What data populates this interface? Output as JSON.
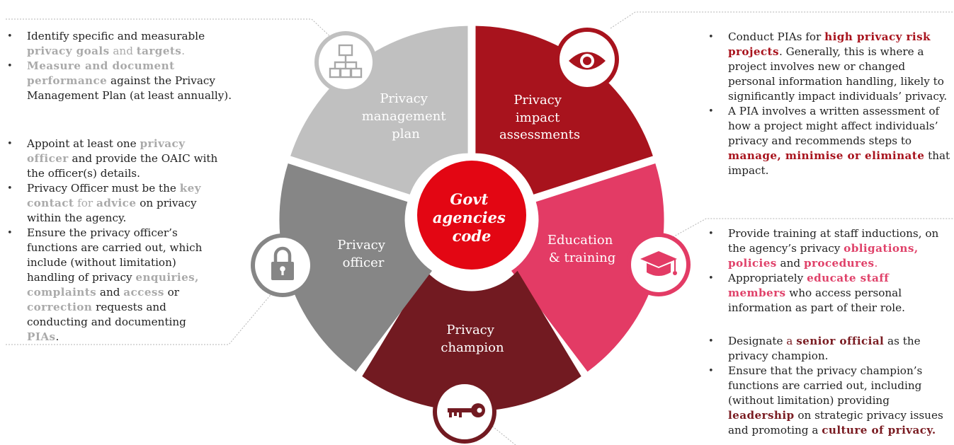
{
  "center": {
    "lines": [
      "Govt",
      "agencies",
      "code"
    ]
  },
  "segments": [
    {
      "id": "plan",
      "lines": [
        "Privacy",
        "management",
        "plan"
      ],
      "color": "#c0c0c0",
      "icon": "hierarchy-icon"
    },
    {
      "id": "pia",
      "lines": [
        "Privacy",
        "impact",
        "assessments"
      ],
      "color": "#a8131d",
      "icon": "eye-icon"
    },
    {
      "id": "education",
      "lines": [
        "Education",
        "& training"
      ],
      "color": "#e33b65",
      "icon": "graduation-cap-icon"
    },
    {
      "id": "champion",
      "lines": [
        "Privacy",
        "champion"
      ],
      "color": "#721a21",
      "icon": "key-icon"
    },
    {
      "id": "officer",
      "lines": [
        "Privacy",
        "officer"
      ],
      "color": "#868686",
      "icon": "padlock-icon"
    }
  ],
  "blocks": {
    "plan": [
      [
        {
          "t": "Identify specific and measurable "
        },
        {
          "t": "privacy goals",
          "c": "hl hl-grey"
        },
        {
          "t": " and ",
          "c": "plain-grey"
        },
        {
          "t": "targets",
          "c": "hl hl-grey"
        },
        {
          "t": ".",
          "c": "plain-grey"
        }
      ],
      [
        {
          "t": "Measure and document performance",
          "c": "hl hl-grey"
        },
        {
          "t": " against the Privacy Management Plan (at least annually)."
        }
      ]
    ],
    "officer": [
      [
        {
          "t": "Appoint at least one "
        },
        {
          "t": "privacy officer",
          "c": "hl hl-grey"
        },
        {
          "t": " and provide the OAIC with the officer(s) details."
        }
      ],
      [
        {
          "t": "Privacy Officer must be the "
        },
        {
          "t": "key contact",
          "c": "hl hl-grey"
        },
        {
          "t": " for ",
          "c": "plain-grey"
        },
        {
          "t": "advice",
          "c": "hl hl-grey"
        },
        {
          "t": " on privacy within the agency."
        }
      ],
      [
        {
          "t": "Ensure the privacy officer’s functions are carried out, which include (without limitation) handling of privacy "
        },
        {
          "t": "enquiries, complaints",
          "c": "hl hl-grey"
        },
        {
          "t": " and "
        },
        {
          "t": "access",
          "c": "hl hl-grey"
        },
        {
          "t": " or "
        },
        {
          "t": "correction",
          "c": "hl hl-grey"
        },
        {
          "t": " requests and conducting and documenting "
        },
        {
          "t": "PIAs",
          "c": "hl hl-grey"
        },
        {
          "t": "."
        }
      ]
    ],
    "pia": [
      [
        {
          "t": "Conduct PIAs for "
        },
        {
          "t": "high privacy risk projects",
          "c": "hl hl-red"
        },
        {
          "t": ". Generally, this is where a project involves new or changed personal information handling, likely to significantly impact individuals’ privacy."
        }
      ],
      [
        {
          "t": "A PIA involves a written assessment of how a project might affect individuals’ privacy and recommends steps to "
        },
        {
          "t": "manage, minimise or eliminate",
          "c": "hl hl-red"
        },
        {
          "t": " that impact."
        }
      ]
    ],
    "education": [
      [
        {
          "t": "Provide training at staff inductions, on the agency’s privacy "
        },
        {
          "t": "obligations, policies",
          "c": "hl hl-pink"
        },
        {
          "t": " and "
        },
        {
          "t": "procedures",
          "c": "hl hl-pink"
        },
        {
          "t": ".",
          "c": "plain-pink"
        }
      ],
      [
        {
          "t": "Appropriately "
        },
        {
          "t": "educate staff members",
          "c": "hl hl-pink"
        },
        {
          "t": " who access personal information as part of their role."
        }
      ]
    ],
    "champion": [
      [
        {
          "t": "Designate "
        },
        {
          "t": "a ",
          "c": "hl-maroon"
        },
        {
          "t": "senior official",
          "c": "hl hl-maroon"
        },
        {
          "t": " as the privacy champion."
        }
      ],
      [
        {
          "t": "Ensure that the privacy champion’s functions are carried out, including (without limitation) providing "
        },
        {
          "t": "leadership",
          "c": "hl hl-maroon"
        },
        {
          "t": " on strategic privacy issues and promoting a "
        },
        {
          "t": "culture of privacy.",
          "c": "hl hl-maroon"
        }
      ]
    ]
  }
}
